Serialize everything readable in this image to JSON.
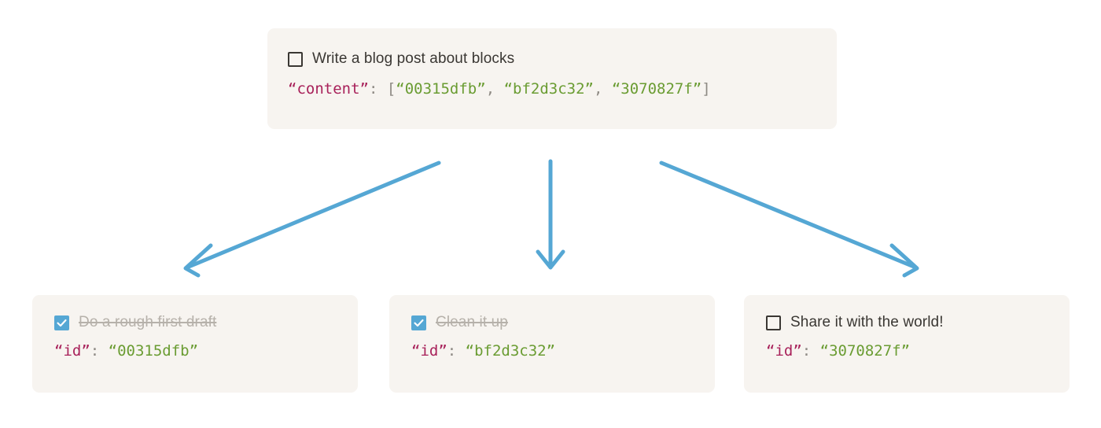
{
  "theme": {
    "page_background": "#ffffff",
    "card_background": "#f7f4f0",
    "text_color": "#3a3733",
    "muted_text_color": "#b6b1aa",
    "arrow_color": "#55a7d4",
    "checkbox_checked_color": "#55a7d4",
    "checkbox_border_color": "#3a3733",
    "code_key_color": "#a8215a",
    "code_string_color": "#6a9c32",
    "code_punct_color": "#8e8a84"
  },
  "parent_card": {
    "checkbox_state": "unchecked",
    "checkbox_icon": "checkbox-empty-icon",
    "title": "Write a blog post about blocks",
    "code": {
      "key": "“content”",
      "colon": ": ",
      "open_bracket": "[",
      "values": [
        "“00315dfb”",
        "“bf2d3c32”",
        "“3070827f”"
      ],
      "separator": ", ",
      "close_bracket": "]"
    }
  },
  "arrows": [
    {
      "name": "arrow-to-left-child",
      "direction": "down-left",
      "color": "#55a7d4"
    },
    {
      "name": "arrow-to-middle-child",
      "direction": "down",
      "color": "#55a7d4"
    },
    {
      "name": "arrow-to-right-child",
      "direction": "down-right",
      "color": "#55a7d4"
    }
  ],
  "child_cards": [
    {
      "checkbox_state": "checked",
      "checkbox_icon": "checkbox-checked-icon",
      "title": "Do a rough first draft",
      "completed": true,
      "code": {
        "key": "“id”",
        "colon": ": ",
        "value": "“00315dfb”"
      }
    },
    {
      "checkbox_state": "checked",
      "checkbox_icon": "checkbox-checked-icon",
      "title": "Clean it up",
      "completed": true,
      "code": {
        "key": "“id”",
        "colon": ": ",
        "value": "“bf2d3c32”"
      }
    },
    {
      "checkbox_state": "unchecked",
      "checkbox_icon": "checkbox-empty-icon",
      "title": "Share it with the world!",
      "completed": false,
      "code": {
        "key": "“id”",
        "colon": ": ",
        "value": "“3070827f”"
      }
    }
  ]
}
